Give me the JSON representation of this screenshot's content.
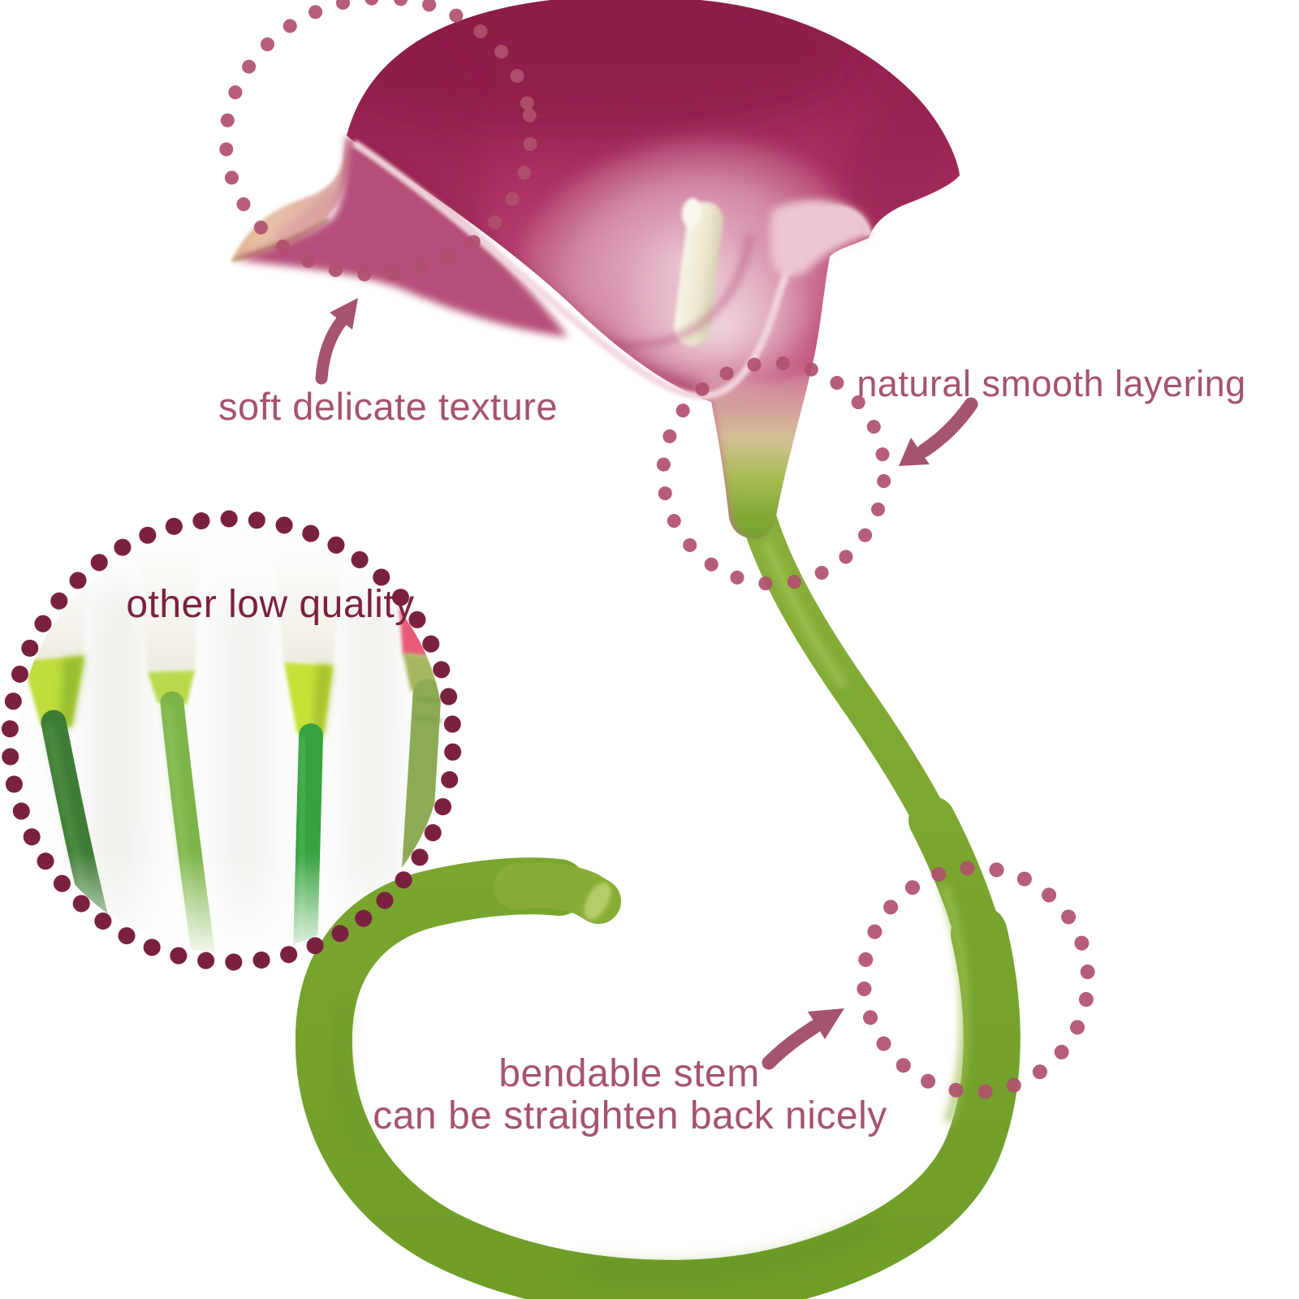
{
  "page": {
    "description": "artificial calla lily product feature infographic",
    "background": "#ffffff"
  },
  "annotations": {
    "soft_texture": "soft delicate texture",
    "smooth_layering": "natural smooth layering",
    "low_quality": "other low quality",
    "bendable_line1": "bendable stem",
    "bendable_line2": "can be straighten back nicely"
  },
  "colors": {
    "background": "#ffffff",
    "annotation_rose": "#a5536f",
    "dot_rose": "#b0506e",
    "dark_maroon": "#7b2140",
    "petal_magenta": "#a62c5c",
    "petal_light_pink": "#e9c4d1",
    "spadix_cream": "#f2efe0",
    "stem_green": "#7aa42e",
    "inset_lime_green": "#b5d438"
  },
  "icons": {
    "dotted_circle": "dotted highlight ring",
    "curved_arrow": "hand-drawn callout arrow"
  }
}
